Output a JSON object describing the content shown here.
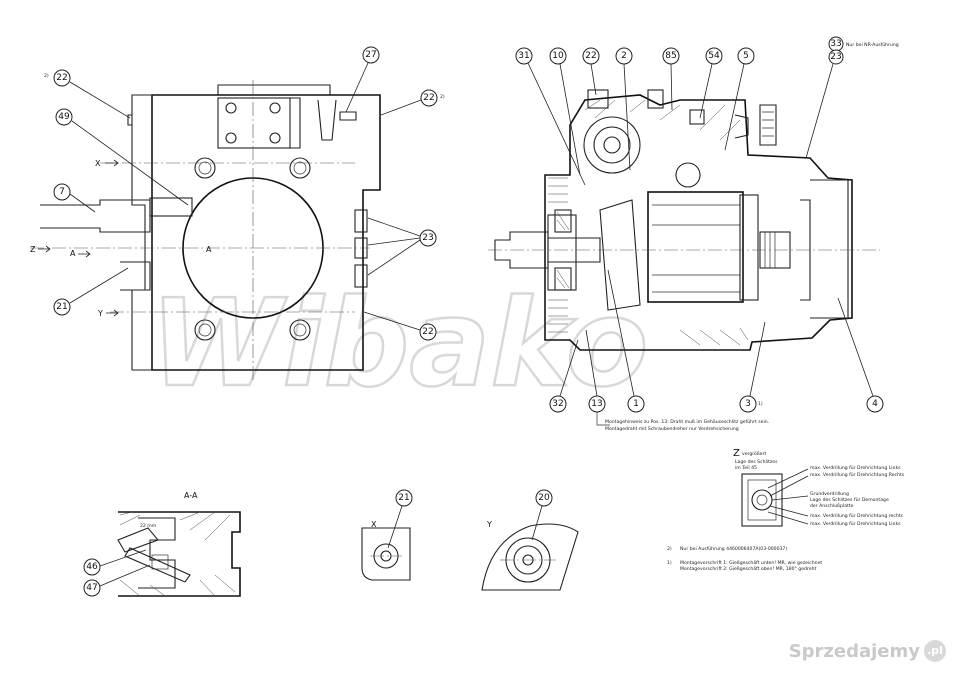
{
  "watermark": "Wibako",
  "brand": {
    "name": "Sprzedajemy",
    "badge": ".pl"
  },
  "views": {
    "left": {
      "axis_z": "Z",
      "axis_x": "X",
      "axis_y": "Y",
      "axis_a": "A",
      "axis_a2": "A"
    },
    "section_aa": {
      "title": "A-A"
    },
    "detail_x": {
      "title": "X"
    },
    "detail_y": {
      "title": "Y"
    },
    "detail_z": {
      "title": "Z",
      "subtitle": "vergrößert"
    }
  },
  "balloons": {
    "b22_tl": "22",
    "b27": "27",
    "b22_r": "22",
    "b49": "49",
    "b7": "7",
    "b23_l": "23",
    "b21_l": "21",
    "b22_br": "22",
    "b31": "31",
    "b10": "10",
    "b22_m": "22",
    "b2": "2",
    "b85": "85",
    "b54": "54",
    "b5": "5",
    "b33": "33",
    "b23_r": "23",
    "b32": "32",
    "b13": "13",
    "b1": "1",
    "b3": "3",
    "b4": "4",
    "b46": "46",
    "b47": "47",
    "b21_x": "21",
    "b20": "20"
  },
  "footnote_marks": {
    "m22_tl": "2)",
    "m22_r": "2)",
    "m3": "1)"
  },
  "notes": {
    "n33": "Nur bei NR-Ausführung",
    "montage_1": "Montagehinweis zu Pos. 13: Draht muß im Gehäuseschlitz geführt sein.",
    "montage_2": "Montagedraht mit Schraubendreher nur Verdrehsicherung",
    "z_lage_1": "Lage des Schlitzes",
    "z_lage_2": "im Teil 45",
    "z_max_links": "max. Verdrillung für Drehrichtung Links",
    "z_max_rechts": "max. Verdrillung für Drehrichtung Rechts",
    "z_grund_1": "Grundverdrillung",
    "z_grund_2": "Lage des Schlitzes für Demontage",
    "z_grund_3": "der Anschlußplatte",
    "z_max_rechts2": "max. Verdrillung für Drehrichtung rechts",
    "z_max_links2": "max. Verdrillung für Drehrichtung Links",
    "fn2_mark": "2)",
    "fn2": "Nur bei Ausführung 4460006407A(03-000037)",
    "fn1_mark": "1)",
    "fn1a": "Montagevorschrift 1: Gießgeschäft unten! MR, wie gezeichnet",
    "fn1b": "Montagevorschrift 2: Gießgeschäft oben! MR, 180° gedreht"
  },
  "colors": {
    "line": "#222222",
    "watermark": "#d8d8d8",
    "brand": "#c9c9c9"
  }
}
